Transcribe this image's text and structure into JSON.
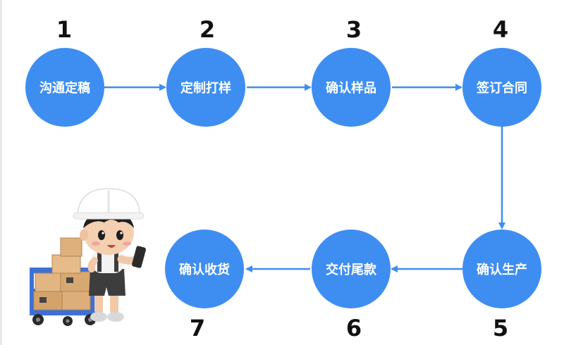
{
  "steps": [
    {
      "number": "1",
      "label": "沟通定稿"
    },
    {
      "number": "2",
      "label": "定制打样"
    },
    {
      "number": "3",
      "label": "确认样品"
    },
    {
      "number": "4",
      "label": "签订合同"
    },
    {
      "number": "5",
      "label": "确认生产"
    },
    {
      "number": "6",
      "label": "交付尾款"
    },
    {
      "number": "7",
      "label": "确认收货"
    }
  ],
  "colors": {
    "node": "#3e8ef2",
    "arrow": "#3e8ef2",
    "number": "#111111"
  },
  "illustration": {
    "icon": "worker-with-cart-icon"
  }
}
